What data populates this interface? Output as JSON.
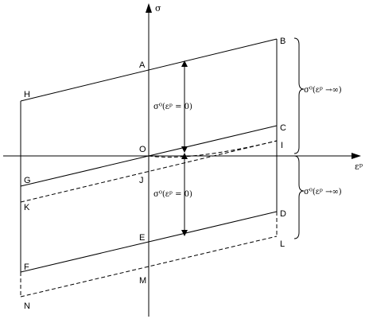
{
  "axes": {
    "vertical_label": "σ",
    "horizontal_label": "εᵖ"
  },
  "points": {
    "A": "A",
    "B": "B",
    "C": "C",
    "D": "D",
    "E": "E",
    "F": "F",
    "G": "G",
    "H": "H",
    "I": "I",
    "J": "J",
    "K": "K",
    "L": "L",
    "M": "M",
    "N": "N",
    "O": "O"
  },
  "annotations": {
    "upper_gap": "σ⁰(εᵖ = 0)",
    "lower_gap": "σ⁰(εᵖ = 0)",
    "upper_brace": "σ⁰(εᵖ →∞)",
    "lower_brace": "σ⁰(εᵖ →∞)"
  }
}
